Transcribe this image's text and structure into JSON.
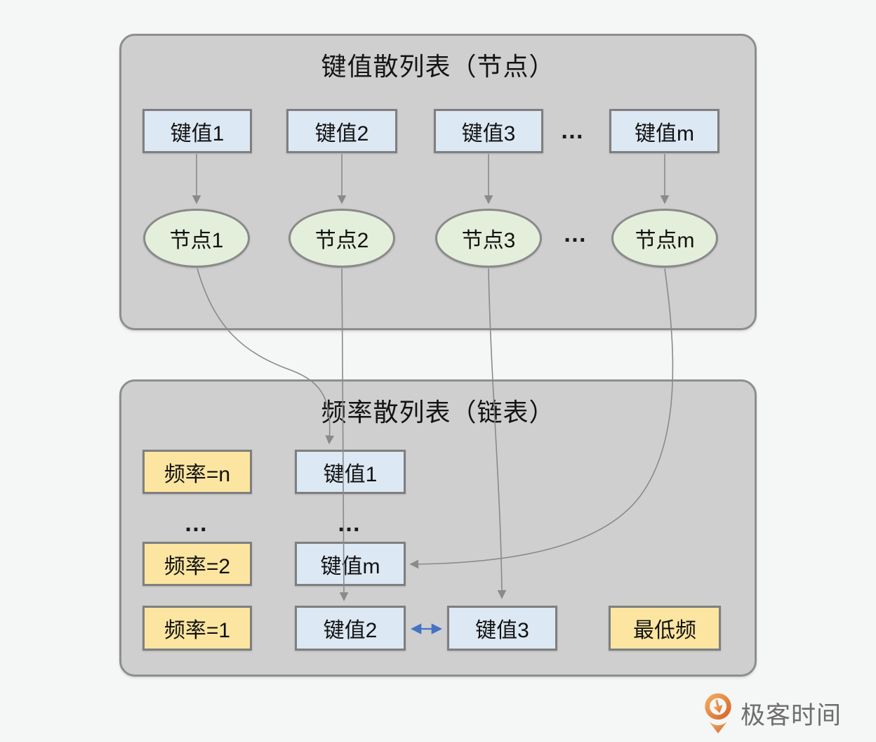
{
  "top_panel": {
    "title": "键值散列表（节点）",
    "keys": [
      "键值1",
      "键值2",
      "键值3",
      "键值m"
    ],
    "keys_ellipsis": "…",
    "nodes": [
      "节点1",
      "节点2",
      "节点3",
      "节点m"
    ],
    "nodes_ellipsis": "…"
  },
  "bottom_panel": {
    "title": "频率散列表（链表）",
    "freq_labels": [
      "频率=n",
      "频率=2",
      "频率=1"
    ],
    "freq_ellipsis": "…",
    "key_ellipsis": "…",
    "keys": {
      "key1": "键值1",
      "keym": "键值m",
      "key2": "键值2",
      "key3": "键值3"
    },
    "lowest_freq": "最低频"
  },
  "footer": {
    "brand": "极客时间"
  },
  "colors": {
    "background": "#f5f6f6",
    "panel_fill": "#cfcfcf",
    "panel_border": "#8e8e8e",
    "key_box_fill": "#dce8f4",
    "freq_box_fill": "#fbe5a0",
    "node_fill": "#e4efdb",
    "box_border": "#7f7f7f",
    "connector_gray": "#8a8a8a",
    "link_arrow_blue": "#4472c4",
    "brand_orange": "#e0752f",
    "brand_text_gray": "#6e6e6e"
  }
}
